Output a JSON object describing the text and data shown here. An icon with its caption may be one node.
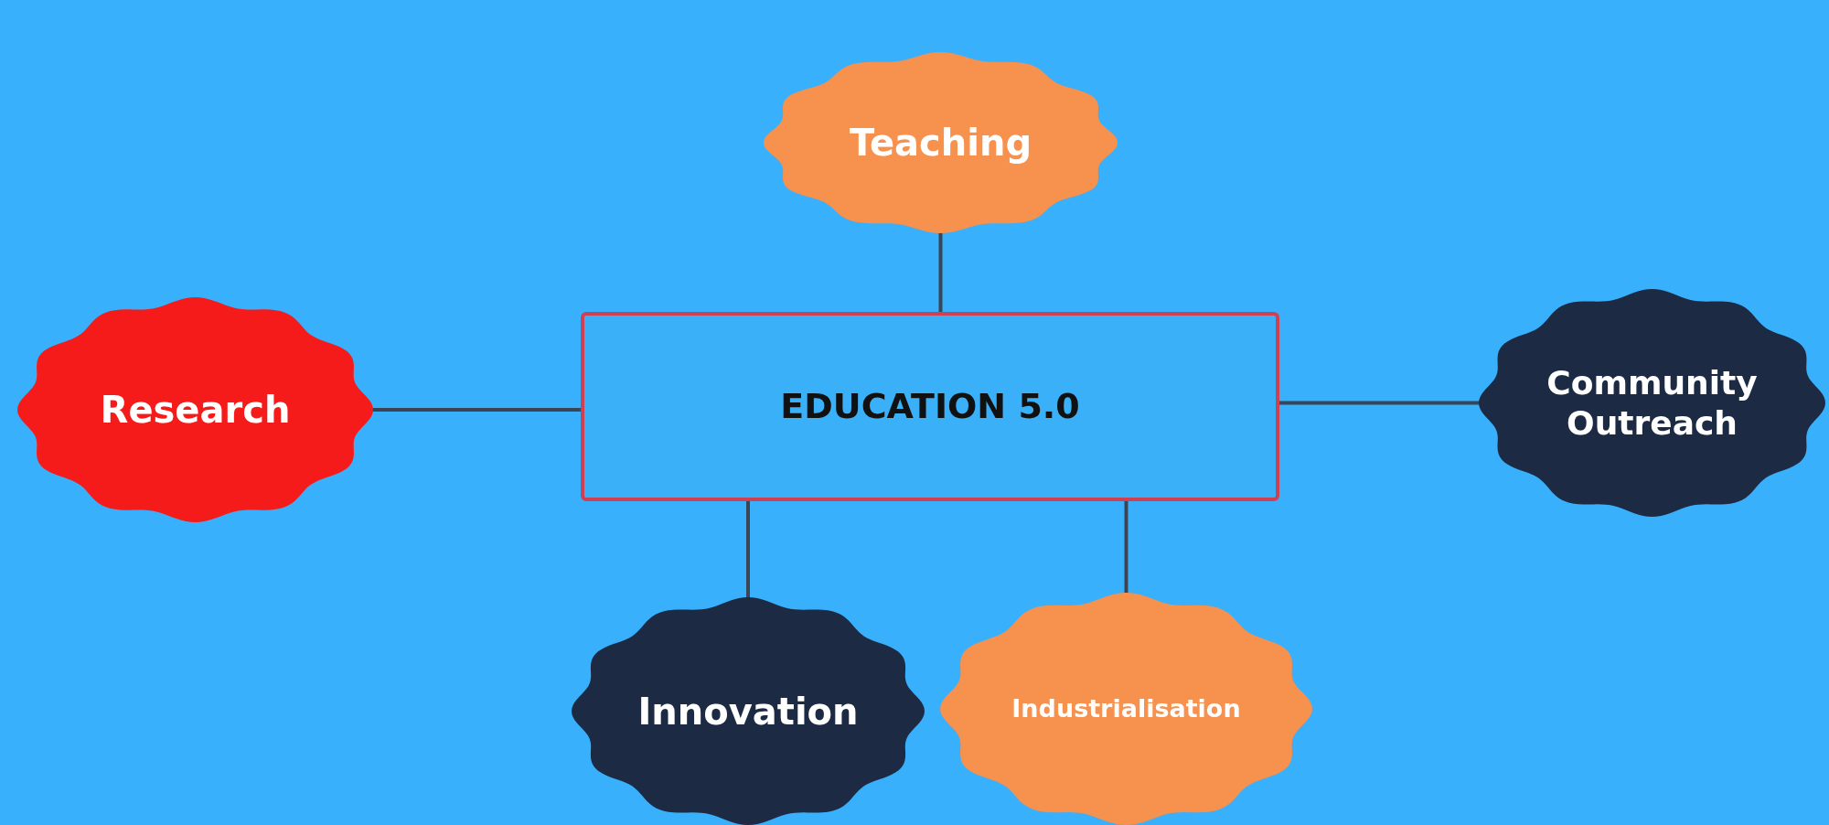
{
  "diagram": {
    "nodes": [
      {
        "text": [
          "Teaching"
        ]
      },
      {
        "text": [
          "Research"
        ]
      },
      {
        "text": [
          "EDUCATION 5.0"
        ]
      },
      {
        "text": [
          "Community Outreach"
        ]
      },
      {
        "text": [
          "Innovation"
        ]
      },
      {
        "text": [
          "Industrialisation"
        ]
      }
    ],
    "edges": [
      {
        "from": 2,
        "to": 0,
        "arrow": "none"
      },
      {
        "from": 2,
        "to": 1,
        "arrow": "none"
      },
      {
        "from": 2,
        "to": 3,
        "arrow": "none"
      },
      {
        "from": 2,
        "to": 4,
        "arrow": "none"
      },
      {
        "from": 2,
        "to": 5,
        "arrow": "none"
      }
    ]
  }
}
